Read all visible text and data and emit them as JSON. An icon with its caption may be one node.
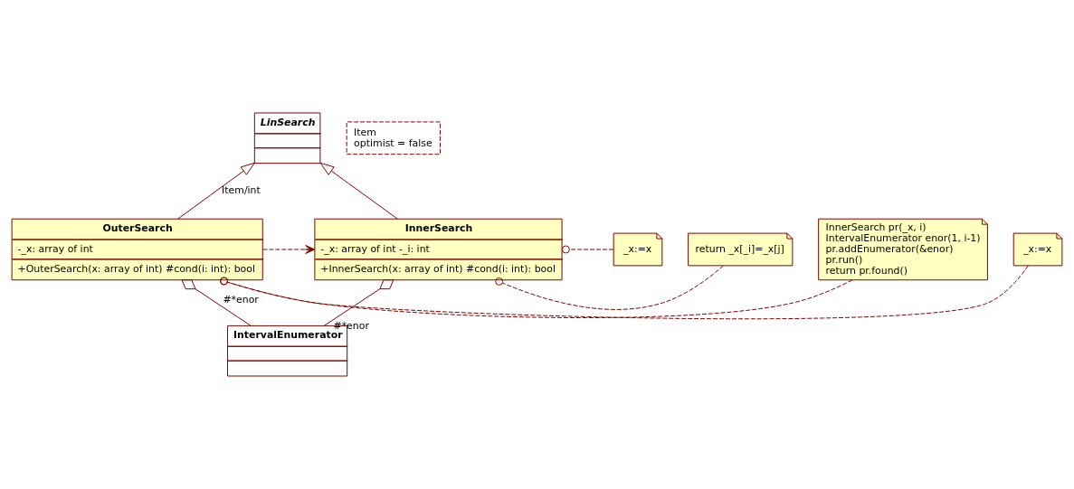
{
  "diagram": {
    "nodes": [
      {
        "text": [
          "LinSearch"
        ]
      },
      {
        "text": [
          "Item",
          "optimist = false"
        ]
      },
      {
        "text": [
          "OuterSearch",
          "-_x: array of int",
          "+OuterSearch(x: array of int) #cond(i: int): bool"
        ]
      },
      {
        "text": [
          "InnerSearch",
          "-_x: array of int -_i: int",
          "+InnerSearch(x: array of int) #cond(i: int): bool"
        ]
      },
      {
        "text": [
          "InnerSearch pr(_x, i)",
          "IntervalEnumerator enor(1, i-1)",
          "pr.addEnumerator(&enor)",
          "pr.run()",
          "return pr.found()"
        ]
      },
      {
        "text": [
          "_x:=x"
        ]
      },
      {
        "text": [
          "_x:=x"
        ]
      },
      {
        "text": [
          "return _x[_i]=_x[j]"
        ]
      },
      {
        "text": [
          "IntervalEnumerator"
        ]
      }
    ],
    "edges": [
      {
        "from": 2,
        "to": 0,
        "arrow": "to",
        "label": "Item/int"
      },
      {
        "from": 3,
        "to": 0,
        "arrow": "to"
      },
      {
        "from": 2,
        "to": 3,
        "arrow": "to",
        "style": "dashed"
      },
      {
        "from": 4,
        "to": 2,
        "arrow": "other",
        "style": "dashed"
      },
      {
        "from": 5,
        "to": 2,
        "arrow": "other",
        "style": "dashed"
      },
      {
        "from": 6,
        "to": 3,
        "arrow": "other",
        "style": "dashed"
      },
      {
        "from": 7,
        "to": 3,
        "arrow": "other",
        "style": "dashed"
      },
      {
        "from": 8,
        "to": 2,
        "arrow": "other",
        "label": "#*enor"
      },
      {
        "from": 8,
        "to": 3,
        "arrow": "other",
        "label": "#*enor"
      }
    ]
  }
}
